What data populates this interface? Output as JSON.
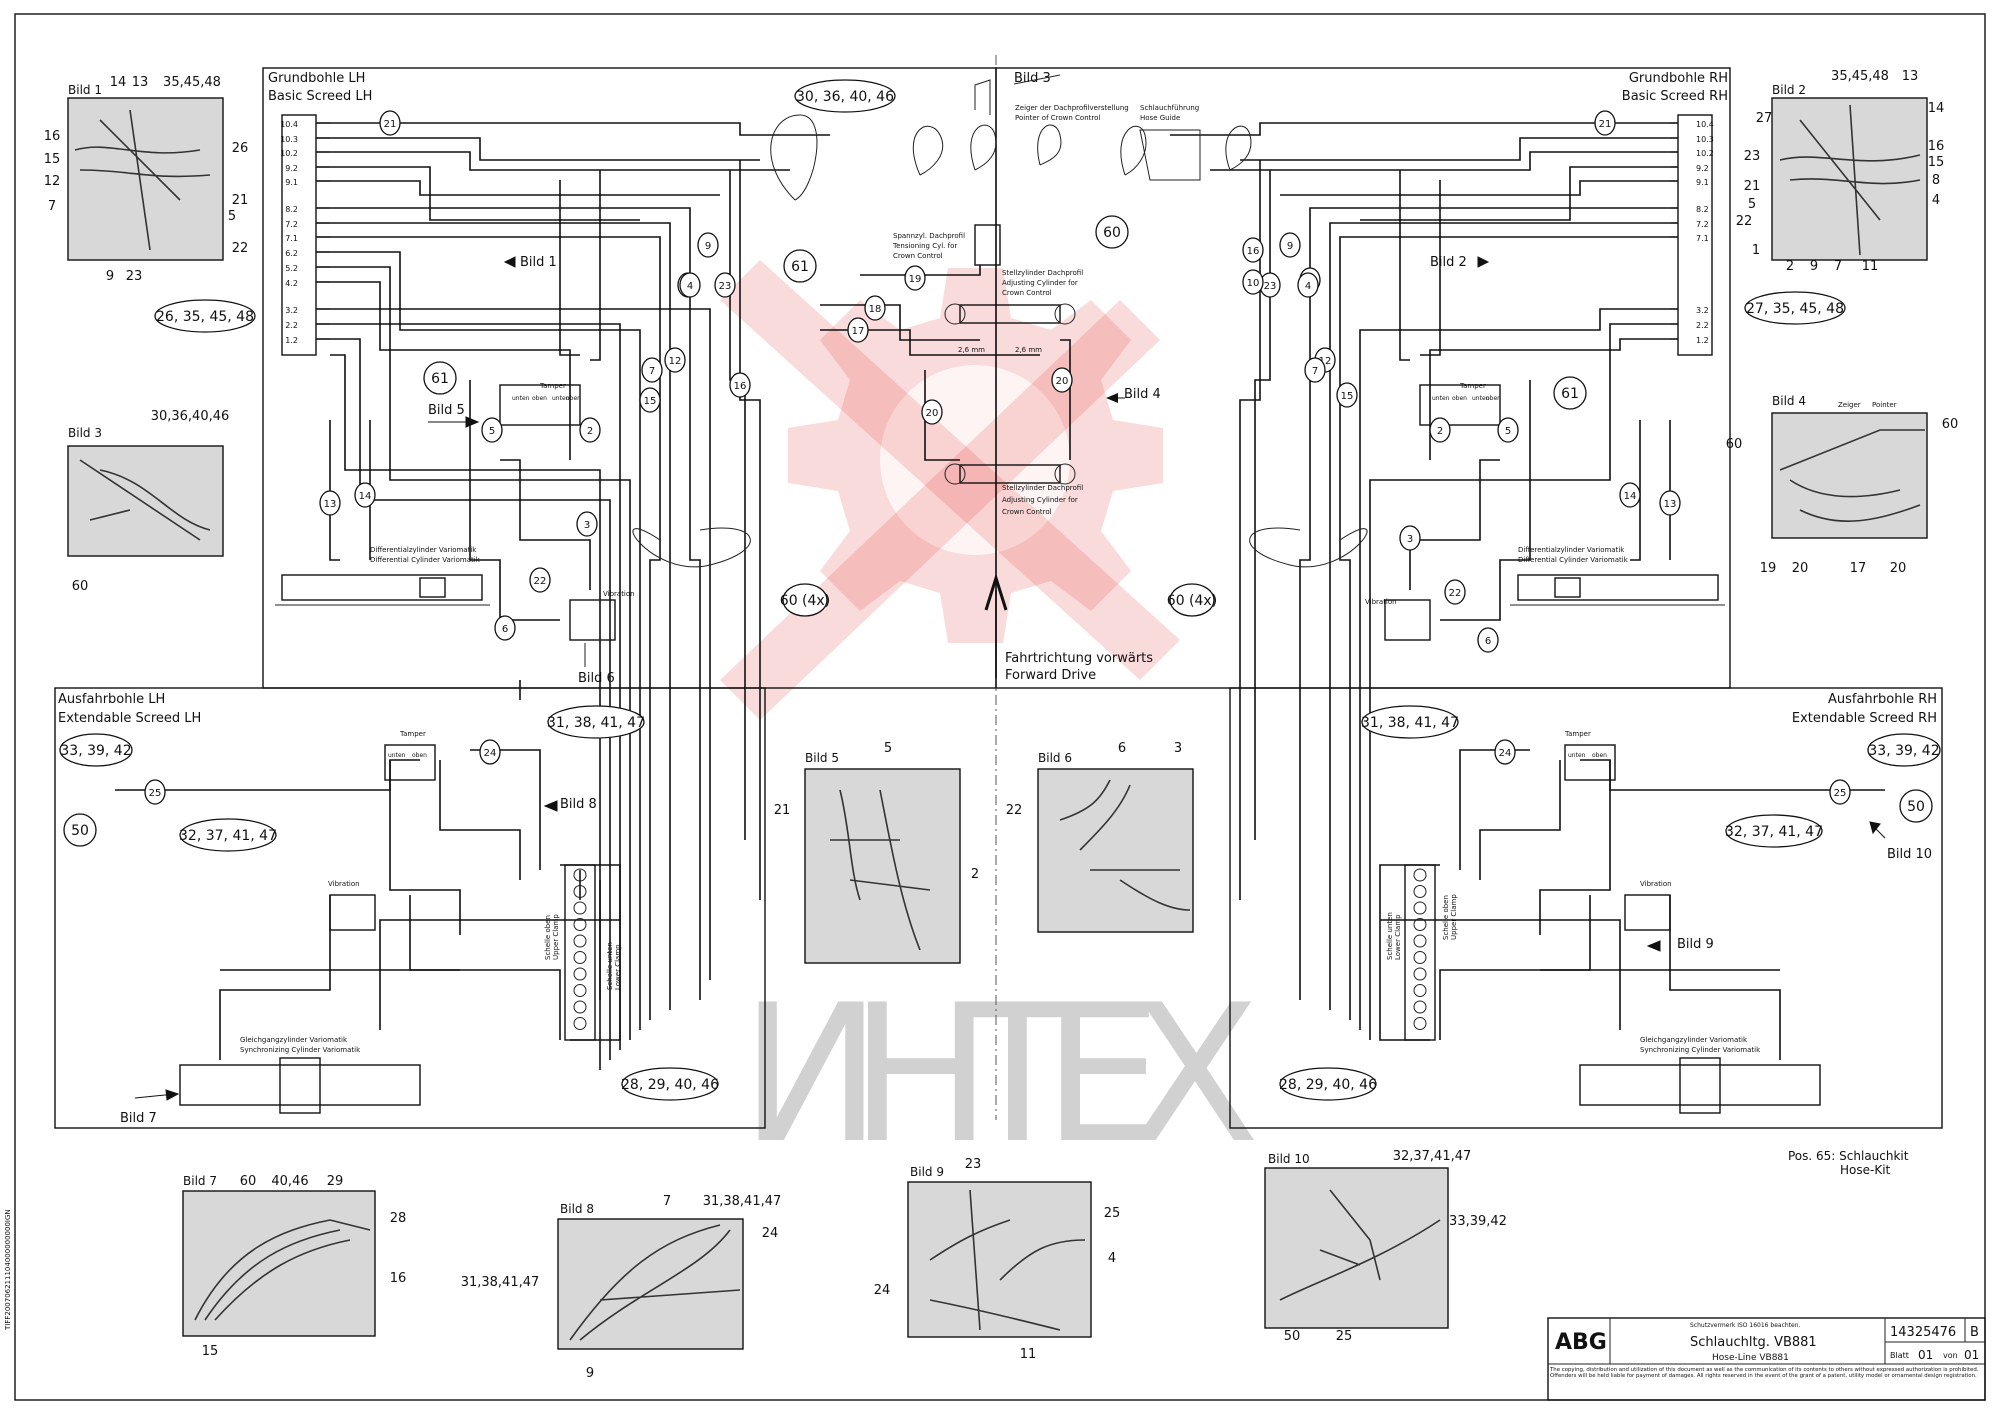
{
  "colors": {
    "line": "#111111",
    "watermark_red": "#e32b2b",
    "watermark_grey": "#9a9a9a",
    "photo_fill": "#d8d8d8"
  },
  "watermark": {
    "text": "ИНТЕХ"
  },
  "sections": {
    "screed_lh": {
      "title_de": "Grundbohle LH",
      "title_en": "Basic Screed LH"
    },
    "screed_rh": {
      "title_de": "Grundbohle RH",
      "title_en": "Basic Screed RH"
    },
    "ext_lh": {
      "title_de": "Ausfahrbohle LH",
      "title_en": "Extendable Screed LH"
    },
    "ext_rh": {
      "title_de": "Ausfahrbohle RH",
      "title_en": "Extendable Screed RH"
    }
  },
  "port_labels": [
    "10.4",
    "10.3",
    "10.2",
    "9.2",
    "9.1",
    "8.2",
    "7.2",
    "7.1",
    "6.2",
    "5.2",
    "4.2",
    "3.2",
    "2.2",
    "1.2"
  ],
  "port_labels_rh": [
    "10.4",
    "10.3",
    "10.2",
    "9.2",
    "9.1",
    "8.2",
    "7.2",
    "7.1",
    "3.2",
    "2.2",
    "1.2"
  ],
  "components": {
    "tamper": "Tamper",
    "tamper_ports": [
      "unten",
      "oben",
      "unten",
      "oben"
    ],
    "vibration": "Vibration",
    "diff_cyl_de": "Differentialzylinder Variomatik",
    "diff_cyl_en": "Differential Cylinder Variomatik",
    "sync_cyl_de": "Gleichgangzylinder Variomatik",
    "sync_cyl_en": "Synchronizing Cylinder Variomatik",
    "tension_cyl": [
      "Spannzyl. Dachprofil",
      "Tensioning Cyl. for",
      "Crown Control"
    ],
    "adjust_cyl": [
      "Stellzylinder Dachprofil",
      "Adjusting Cylinder for",
      "Crown Control"
    ],
    "pointer": [
      "Zeiger der Dachprofilverstellung",
      "Pointer of Crown Control"
    ],
    "hose_guide": [
      "Schlauchführung",
      "Hose Guide"
    ],
    "clamp_upper": [
      "Schelle oben",
      "Upper Clamp"
    ],
    "clamp_lower": [
      "Schelle unten",
      "Lower Clamp"
    ],
    "dim": "2,6 mm",
    "bild4_labels": [
      "Zeiger",
      "Pointer"
    ]
  },
  "direction": {
    "de": "Fahrtrichtung vorwärts",
    "en": "Forward Drive"
  },
  "arrows": {
    "bild1": "Bild 1",
    "bild2": "Bild 2",
    "bild4": "Bild 4",
    "bild5": "Bild 5",
    "bild6": "Bild 6",
    "bild7": "Bild 7",
    "bild8": "Bild 8",
    "bild9": "Bild 9",
    "bild10": "Bild 10",
    "bild3": "Bild 3"
  },
  "callouts": {
    "lh_group": "26, 35, 45, 48",
    "rh_group": "27, 35, 45, 48",
    "top_group": "30, 36, 40, 46",
    "n60": "60",
    "n61": "61",
    "n60x4": "60 (4x)",
    "ext_lh_a": "33, 39, 42",
    "ext_lh_b": "32, 37, 41, 47",
    "ext_lh_c": "31, 38, 41, 47",
    "ext_lh_d": "28, 29, 40, 46",
    "n50": "50",
    "ext_rh_a": "31, 38, 41, 47",
    "ext_rh_b": "33, 39, 42",
    "ext_rh_c": "32, 37, 41, 47",
    "ext_rh_d": "28, 29, 40, 46"
  },
  "hose_numbers": [
    "21",
    "9",
    "8",
    "23",
    "4",
    "12",
    "15",
    "16",
    "7",
    "5",
    "2",
    "3",
    "22",
    "6",
    "13",
    "14",
    "1",
    "11",
    "10",
    "19",
    "18",
    "17",
    "20",
    "25",
    "24"
  ],
  "detail_views": {
    "bild1": {
      "title": "Bild 1",
      "labels": [
        "14",
        "13",
        "35,45,48",
        "16",
        "15",
        "12",
        "7",
        "26",
        "21",
        "5",
        "22",
        "9",
        "23"
      ]
    },
    "bild2": {
      "title": "Bild 2",
      "labels": [
        "35,45,48",
        "13",
        "14",
        "27",
        "16",
        "23",
        "15",
        "8",
        "21",
        "5",
        "4",
        "22",
        "1",
        "2",
        "9",
        "7",
        "11"
      ]
    },
    "bild3": {
      "title": "Bild 3",
      "labels": [
        "30,36,40,46",
        "60"
      ]
    },
    "bild4": {
      "title": "Bild 4",
      "labels": [
        "60",
        "60",
        "19",
        "20",
        "17",
        "20"
      ]
    },
    "bild5": {
      "title": "Bild 5",
      "labels": [
        "5",
        "21",
        "2"
      ]
    },
    "bild6": {
      "title": "Bild 6",
      "labels": [
        "6",
        "3",
        "22"
      ]
    },
    "bild7": {
      "title": "Bild 7",
      "labels": [
        "60",
        "40,46",
        "29",
        "28",
        "16",
        "15"
      ]
    },
    "bild8": {
      "title": "Bild 8",
      "labels": [
        "7",
        "31,38,41,47",
        "24",
        "31,38,41,47",
        "9"
      ]
    },
    "bild9": {
      "title": "Bild 9",
      "labels": [
        "23",
        "25",
        "24",
        "4",
        "11"
      ]
    },
    "bild10": {
      "title": "Bild 10",
      "labels": [
        "32,37,41,47",
        "33,39,42",
        "50",
        "25"
      ]
    }
  },
  "note": {
    "line1": "Pos. 65: Schlauchkit",
    "line2": "Hose-Kit"
  },
  "title_block": {
    "logo": "ABG",
    "protection": "Schutzvermerk ISO 16016 beachten.",
    "title": "Schlauchltg. VB881",
    "subtitle": "Hose-Line VB881",
    "drawing_number": "14325476",
    "revision": "B",
    "sheet_label": "Blatt",
    "sheet": "01",
    "of_label": "von",
    "of": "01",
    "copyright": "The copying, distribution and utilization of this document as well as the communication of its contents to others without expressed authorization is prohibited. Offenders will be held liable for payment of damages. All rights reserved in the event of the grant of a patent, utility model or ornamental design registration."
  },
  "margin_code": "TIFF200706211104000000000IGN"
}
